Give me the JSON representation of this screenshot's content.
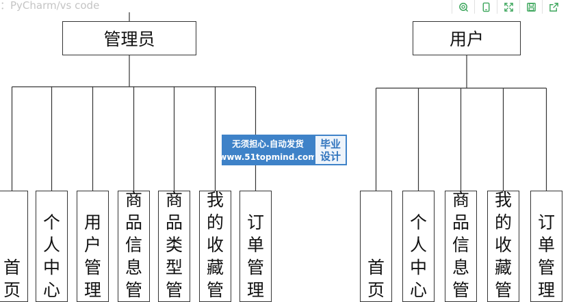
{
  "caption": "：PyCharm/vs code",
  "toolbar": {
    "icons": [
      "search-icon",
      "tablet-icon",
      "expand-icon",
      "save-icon",
      "share-icon"
    ],
    "color": "#3aa55a"
  },
  "watermark": {
    "slogan": "无须担心.自动发货",
    "url": "www.51topmind.com",
    "badge_line1": "毕业",
    "badge_line2": "设计",
    "color": "#3e82c8"
  },
  "trees": [
    {
      "root": "管理员",
      "children": [
        "首页",
        "个人中心",
        "用户管理",
        "商品信息管",
        "商品类型管",
        "我的收藏管",
        "订单管理"
      ]
    },
    {
      "root": "用户",
      "children": [
        "首页",
        "个人中心",
        "商品信息管",
        "我的收藏管",
        "订单管理"
      ]
    }
  ]
}
